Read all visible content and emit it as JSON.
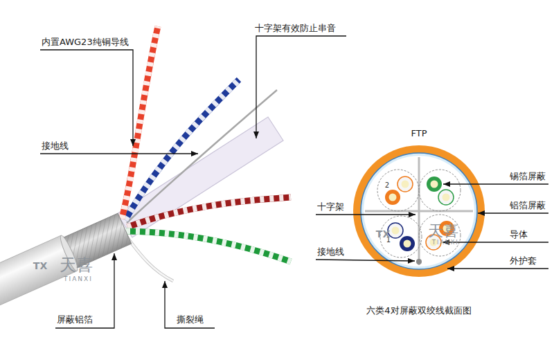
{
  "diagram": {
    "title": "FTP",
    "caption": "六类4对屏蔽双绞线截面图",
    "labels": [
      "内置AWG23纯铜导线",
      "十字架有效防止串音",
      "接地线",
      "屏蔽铝箔",
      "撕裂绳",
      "锡箔屏蔽",
      "铝箔屏蔽",
      "十字架",
      "导体",
      "接地线",
      "外护套",
      "2",
      "1",
      "TX",
      "天喜",
      "TIANXI",
      "TX",
      "天喜",
      "TIANXI"
    ]
  }
}
